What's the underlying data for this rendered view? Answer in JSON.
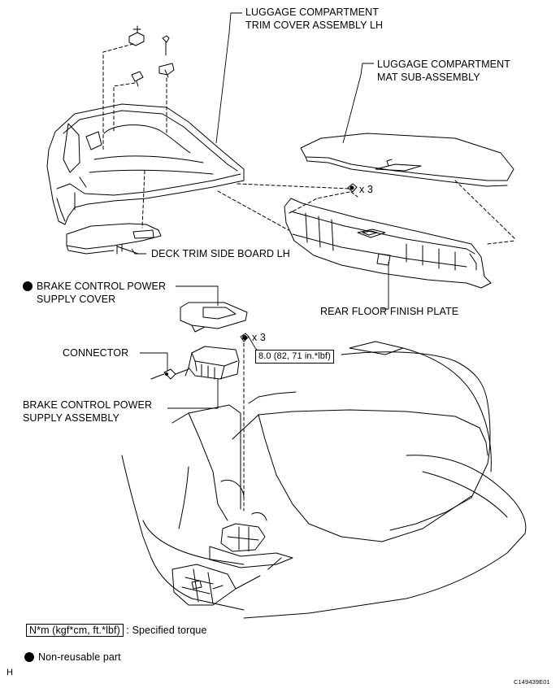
{
  "labels": {
    "trim_cover_lh_1": "LUGGAGE COMPARTMENT",
    "trim_cover_lh_2": "TRIM COVER ASSEMBLY LH",
    "mat_1": "LUGGAGE COMPARTMENT",
    "mat_2": "MAT SUB-ASSEMBLY",
    "deck_board": "DECK TRIM SIDE BOARD LH",
    "brake_cover_1": "BRAKE CONTROL POWER",
    "brake_cover_2": "SUPPLY COVER",
    "rear_plate": "REAR FLOOR FINISH PLATE",
    "connector": "CONNECTOR",
    "brake_assy_1": "BRAKE CONTROL POWER",
    "brake_assy_2": "SUPPLY ASSEMBLY",
    "qty_clips": "x 3",
    "qty_nuts": "x 3",
    "torque": "8.0 (82, 71 in.*lbf)"
  },
  "legend": {
    "torque_box": "N*m (kgf*cm, ft.*lbf)",
    "torque_text": ": Specified torque",
    "nonreusable_text": "Non-reusable part"
  },
  "footer": {
    "corner_letter": "H",
    "figure_code": "C149439E01"
  }
}
